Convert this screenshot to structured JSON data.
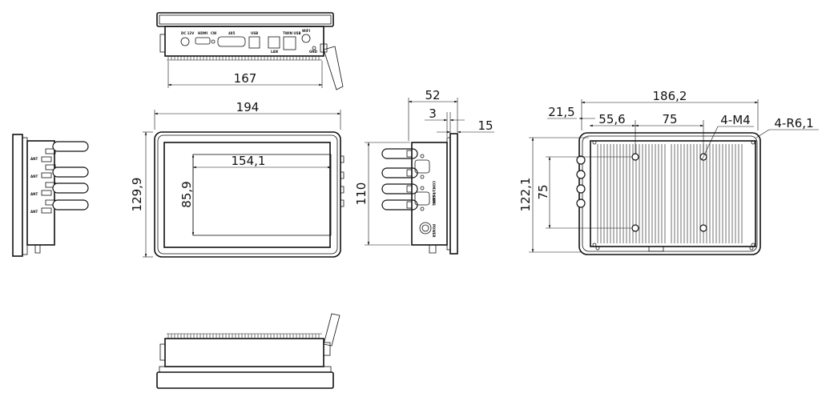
{
  "dimensions": {
    "top_width": "167",
    "front_width": "194",
    "front_height": "129,9",
    "screen_width": "154,1",
    "screen_height": "85,9",
    "side_depth": "52",
    "side_small": "3",
    "side_bezel": "15",
    "side_height": "110",
    "back_width": "186,2",
    "back_offset": "21,5",
    "back_hole_x": "55,6",
    "back_hole_spacing_x": "75",
    "back_thread": "4-M4",
    "back_radius": "4-R6,1",
    "back_height": "122,1",
    "back_hole_spacing_y": "75"
  },
  "port_labels": {
    "top": [
      "DC 12V",
      "HDMI",
      "CW",
      "485",
      "USB",
      "LAN",
      "TWIN USB",
      "WIFI",
      "GND"
    ],
    "side": [
      "COM1",
      "COM2/RS485",
      "POWER"
    ],
    "antenna": [
      "ANT",
      "ANT",
      "ANT",
      "ANT"
    ]
  }
}
